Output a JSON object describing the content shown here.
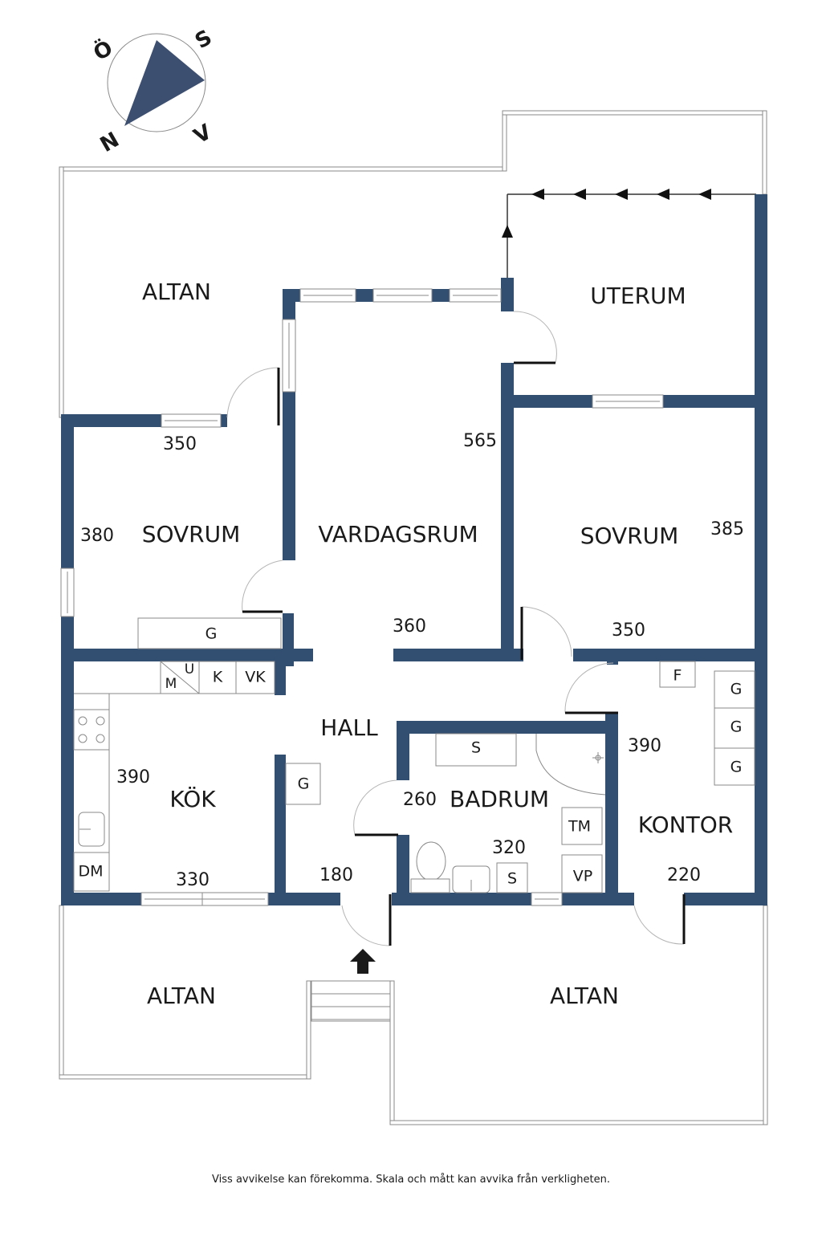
{
  "compass": {
    "letters": {
      "north": "N",
      "south": "S",
      "east": "Ö",
      "west": "V"
    },
    "color": "#3d4f70"
  },
  "colors": {
    "wall": "#324f72",
    "text": "#1a1a1a"
  },
  "rooms": {
    "altan_top": "ALTAN",
    "uterum": "UTERUM",
    "sovrum_left": "SOVRUM",
    "vardagsrum": "VARDAGSRUM",
    "sovrum_right": "SOVRUM",
    "hall": "HALL",
    "kok": "KÖK",
    "badrum": "BADRUM",
    "kontor": "KONTOR",
    "altan_bottom_left": "ALTAN",
    "altan_bottom_right": "ALTAN"
  },
  "dimensions": {
    "sovrum_left_width": "350",
    "sovrum_left_depth": "380",
    "vardagsrum_depth": "565",
    "vardagsrum_width": "360",
    "sovrum_right_depth": "385",
    "sovrum_right_width": "350",
    "kok_depth": "390",
    "kok_width": "330",
    "hall_width": "180",
    "badrum_depth": "260",
    "badrum_width": "320",
    "kontor_depth": "390",
    "kontor_width": "220"
  },
  "fixtures": {
    "sovrum_left_wardrobe": "G",
    "kitchen_m": "M",
    "kitchen_u": "U",
    "kitchen_k": "K",
    "kitchen_vk": "VK",
    "kitchen_dm": "DM",
    "hall_wardrobe": "G",
    "badrum_s_top": "S",
    "badrum_tm": "TM",
    "badrum_s_bottom": "S",
    "badrum_vp": "VP",
    "kontor_f": "F",
    "kontor_g1": "G",
    "kontor_g2": "G",
    "kontor_g3": "G"
  },
  "footer": {
    "disclaimer": "Viss avvikelse kan förekomma. Skala och mått kan avvika från verkligheten."
  }
}
